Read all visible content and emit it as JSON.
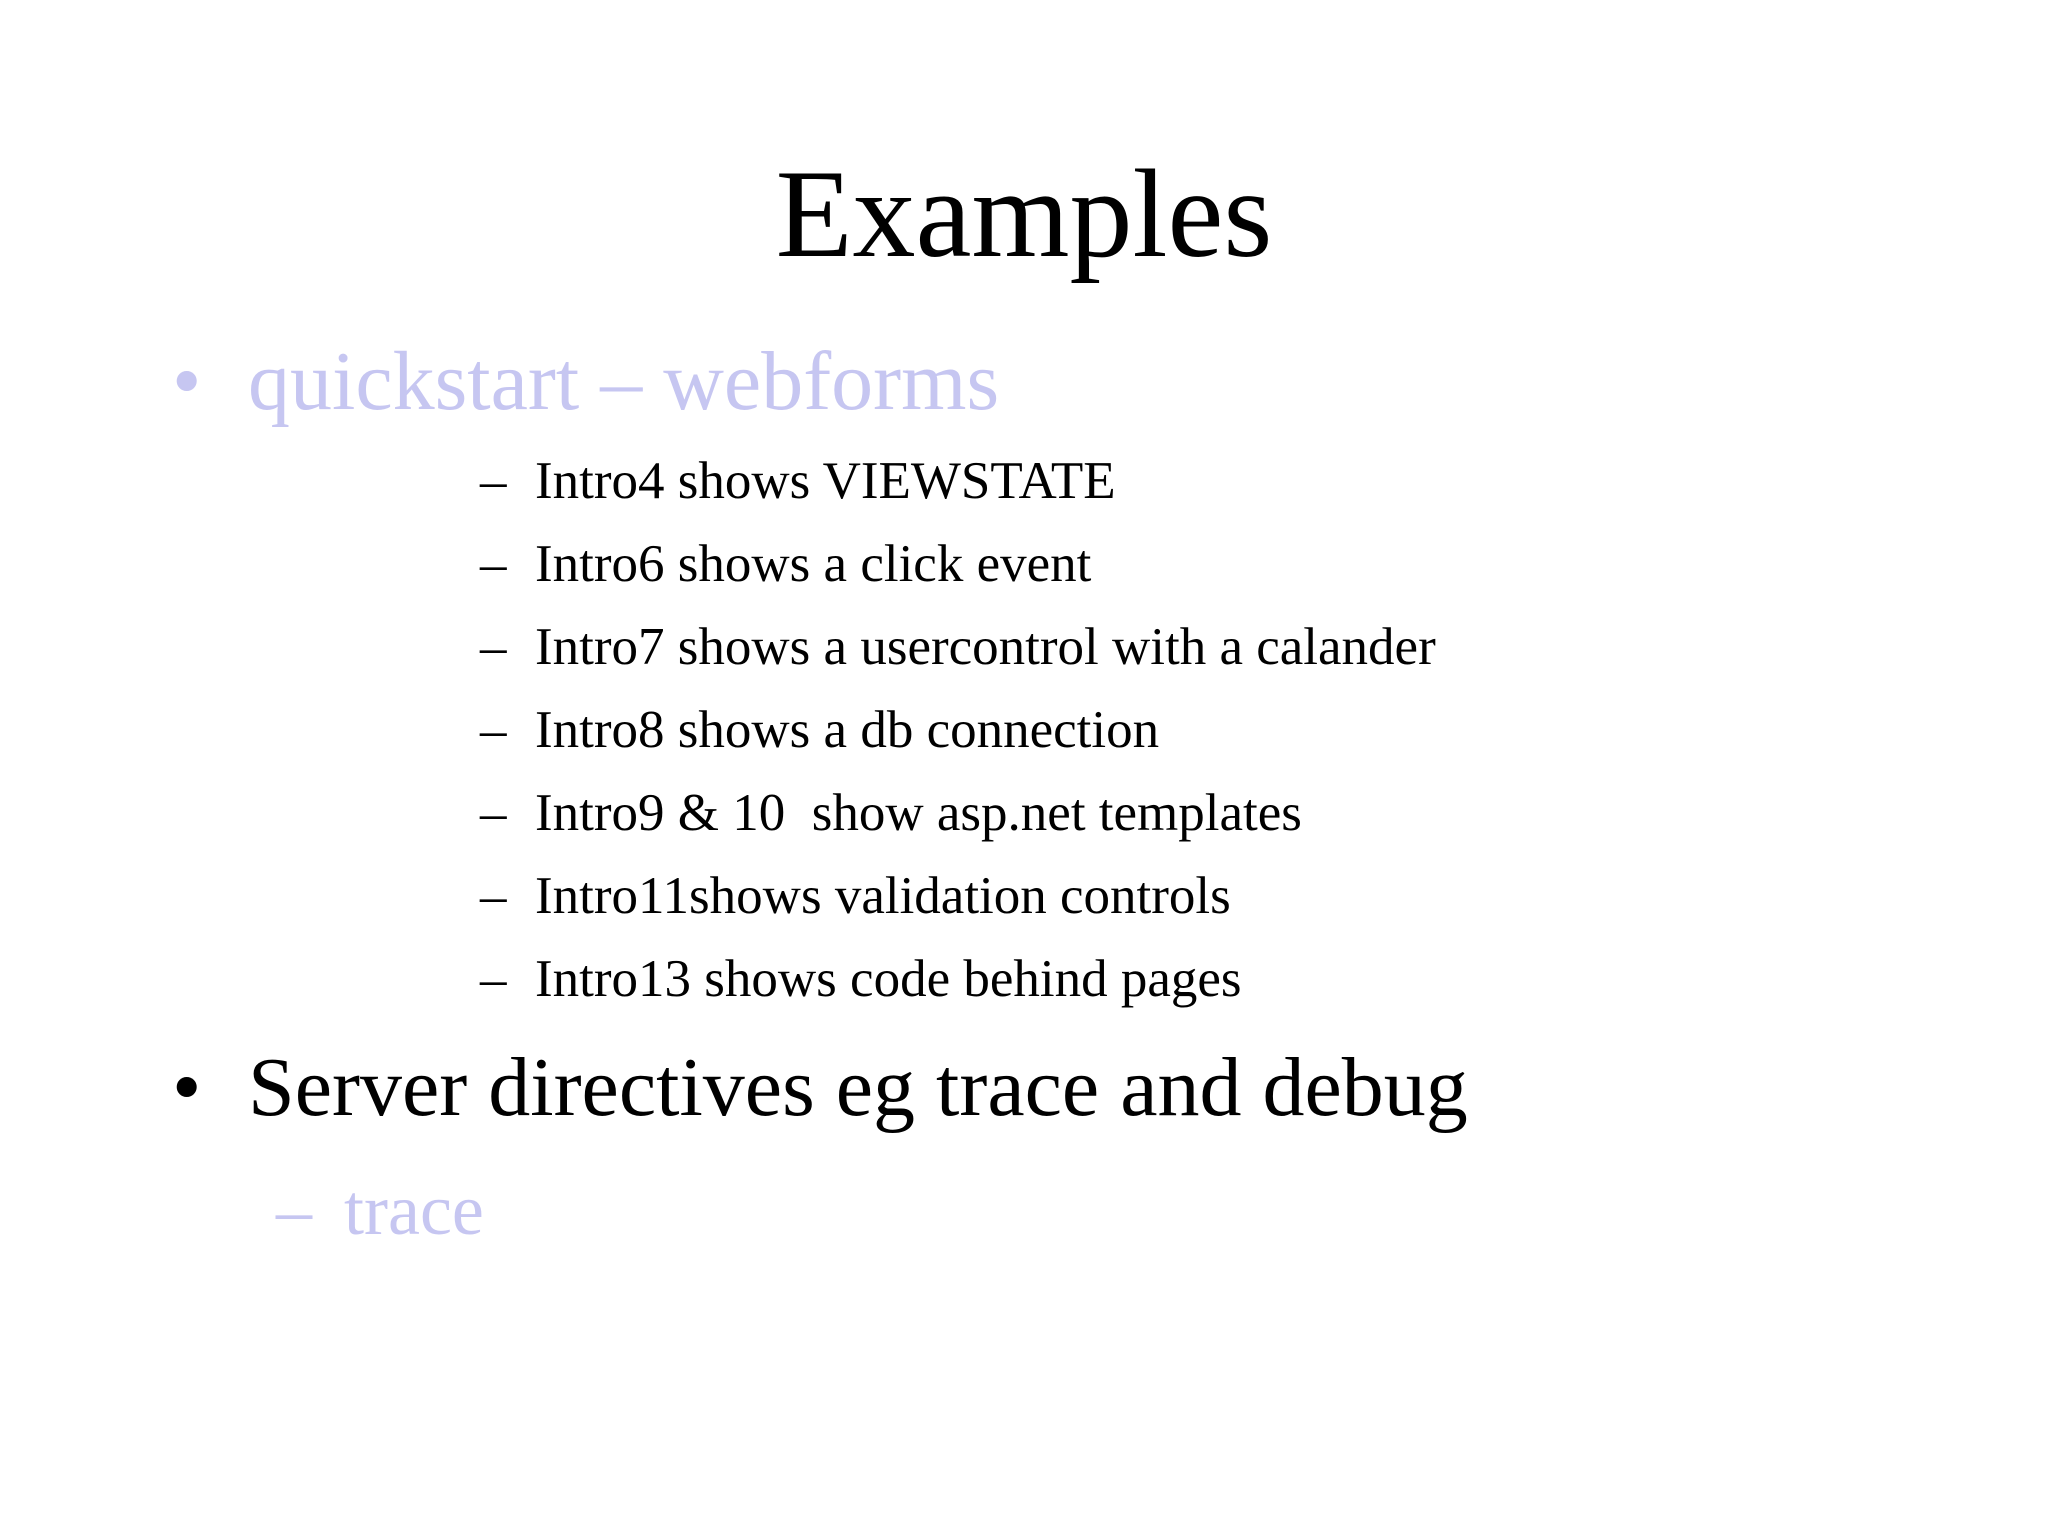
{
  "slide": {
    "title": "Examples",
    "bullets": [
      {
        "marker": "•",
        "text": "quickstart – webforms",
        "sub_items": [
          {
            "marker": "–",
            "text": "Intro4 shows VIEWSTATE"
          },
          {
            "marker": "–",
            "text": "Intro6 shows a click event"
          },
          {
            "marker": "–",
            "text": "Intro7 shows a usercontrol with a calander"
          },
          {
            "marker": "–",
            "text": "Intro8 shows a db connection"
          },
          {
            "marker": "–",
            "text": "Intro9 & 10  show asp.net templates"
          },
          {
            "marker": "–",
            "text": "Intro11shows validation controls"
          },
          {
            "marker": "–",
            "text": "Intro13 shows code behind pages"
          }
        ]
      },
      {
        "marker": "•",
        "text": "Server directives eg trace and debug",
        "sub_items": [
          {
            "marker": "–",
            "text": "trace"
          }
        ]
      }
    ]
  },
  "colors": {
    "text": "#000000",
    "dimmed_text": "#c6c6f1",
    "background": "#ffffff"
  }
}
